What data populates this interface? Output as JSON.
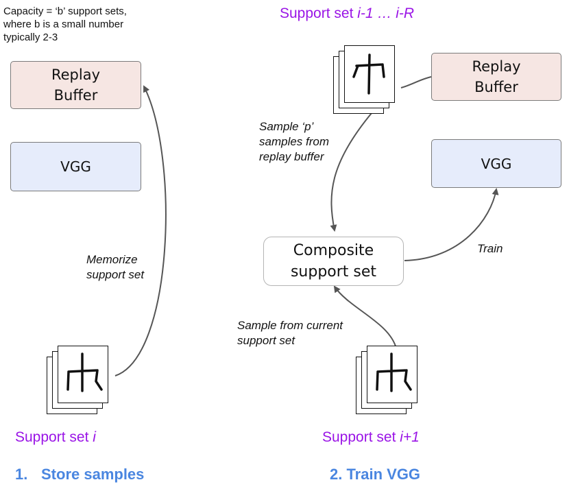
{
  "capacity_note": [
    "Capacity = ‘b’ support sets,",
    "where b is a small number",
    "typically 2-3"
  ],
  "left": {
    "replay_buffer": [
      "Replay",
      "Buffer"
    ],
    "vgg": "VGG",
    "memorize_caption": [
      "Memorize",
      "support set"
    ],
    "support_label_prefix": "Support set ",
    "support_label_italic": "i",
    "step_number": "1.",
    "step_title": "Store samples"
  },
  "right": {
    "top_label_prefix": "Support set ",
    "top_label_italic": "i-1 … i-R",
    "replay_buffer": [
      "Replay",
      "Buffer"
    ],
    "sample_p_caption": [
      "Sample ‘p’",
      "samples from",
      "replay buffer"
    ],
    "vgg": "VGG",
    "composite": [
      "Composite",
      "support set"
    ],
    "train_caption": "Train",
    "sample_current_caption": [
      "Sample from current",
      "support set"
    ],
    "support_label_prefix": "Support set ",
    "support_label_italic": "i+1",
    "step_title": "2. Train VGG"
  },
  "colors": {
    "replay_fill": "#f6e6e3",
    "vgg_fill": "#e6ecfb",
    "label_purple": "#9a14e6",
    "step_blue": "#4a86e0",
    "arrow_gray": "#555555"
  },
  "icons": [
    "character-glyph-icon"
  ]
}
